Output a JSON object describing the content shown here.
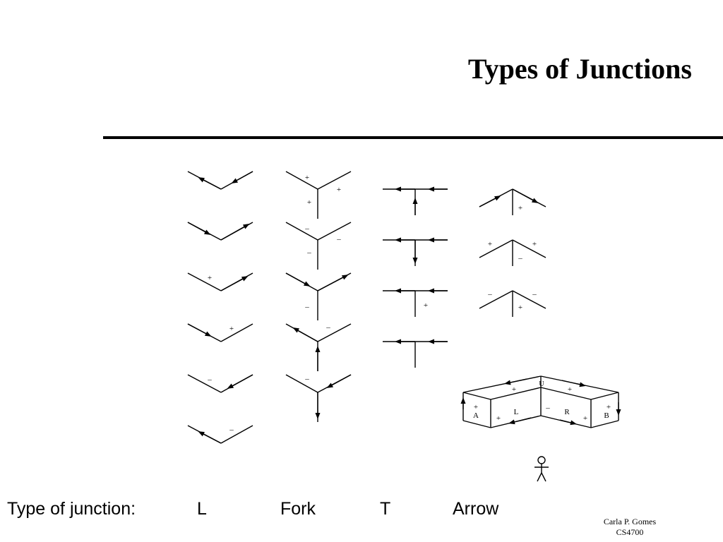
{
  "title": "Types of Junctions",
  "legend": {
    "prefix": "Type of junction:",
    "types": [
      "L",
      "Fork",
      "T",
      "Arrow"
    ]
  },
  "credit": {
    "author": "Carla P. Gomes",
    "course": "CS4700"
  },
  "labels": {
    "plus": "+",
    "minus": "–",
    "faces": {
      "U": "U",
      "L": "L",
      "R": "R",
      "A": "A",
      "B": "B"
    }
  }
}
